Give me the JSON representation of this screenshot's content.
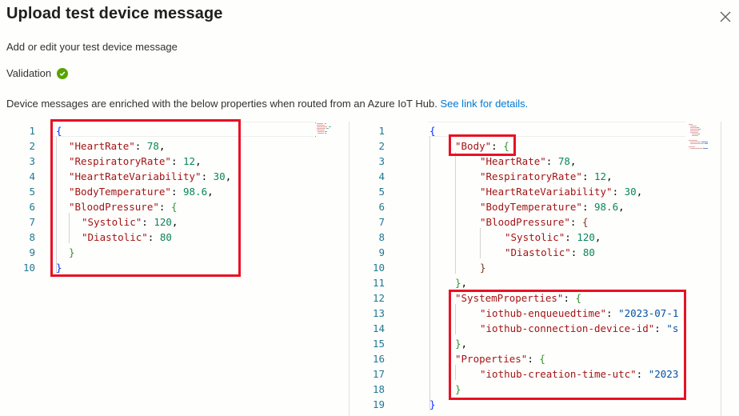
{
  "header": {
    "title": "Upload test device message",
    "close_label": "Close",
    "subtitle": "Add or edit your test device message",
    "validation_label": "Validation",
    "validation_status": "valid",
    "info_text": "Device messages are enriched with the below properties when routed from an Azure IoT Hub. ",
    "info_link": "See link for details."
  },
  "colors": {
    "accent_link": "#0078d4",
    "success": "#57a300",
    "highlight_box": "#e81123",
    "json_key": "#a31515",
    "json_number": "#098658",
    "json_string": "#0451a5",
    "line_number": "#237893"
  },
  "left_editor": {
    "lines": [
      {
        "n": "1"
      },
      {
        "n": "2"
      },
      {
        "n": "3"
      },
      {
        "n": "4"
      },
      {
        "n": "5"
      },
      {
        "n": "6"
      },
      {
        "n": "7"
      },
      {
        "n": "8"
      },
      {
        "n": "9"
      },
      {
        "n": "10"
      }
    ],
    "tokens": {
      "l1_open": "{",
      "l2_key": "\"HeartRate\"",
      "l2_val": "78",
      "l3_key": "\"RespiratoryRate\"",
      "l3_val": "12",
      "l4_key": "\"HeartRateVariability\"",
      "l4_val": "30",
      "l5_key": "\"BodyTemperature\"",
      "l5_val": "98.6",
      "l6_key": "\"BloodPressure\"",
      "l6_open": "{",
      "l7_key": "\"Systolic\"",
      "l7_val": "120",
      "l8_key": "\"Diastolic\"",
      "l8_val": "80",
      "l9_close": "}",
      "l10_close": "}"
    }
  },
  "right_editor": {
    "lines": [
      {
        "n": "1"
      },
      {
        "n": "2"
      },
      {
        "n": "3"
      },
      {
        "n": "4"
      },
      {
        "n": "5"
      },
      {
        "n": "6"
      },
      {
        "n": "7"
      },
      {
        "n": "8"
      },
      {
        "n": "9"
      },
      {
        "n": "10"
      },
      {
        "n": "11"
      },
      {
        "n": "12"
      },
      {
        "n": "13"
      },
      {
        "n": "14"
      },
      {
        "n": "15"
      },
      {
        "n": "16"
      },
      {
        "n": "17"
      },
      {
        "n": "18"
      },
      {
        "n": "19"
      }
    ],
    "tokens": {
      "l1_open": "{",
      "l2_key": "\"Body\"",
      "l2_open": "{",
      "l3_key": "\"HeartRate\"",
      "l3_val": "78",
      "l4_key": "\"RespiratoryRate\"",
      "l4_val": "12",
      "l5_key": "\"HeartRateVariability\"",
      "l5_val": "30",
      "l6_key": "\"BodyTemperature\"",
      "l6_val": "98.6",
      "l7_key": "\"BloodPressure\"",
      "l7_open": "{",
      "l8_key": "\"Systolic\"",
      "l8_val": "120",
      "l9_key": "\"Diastolic\"",
      "l9_val": "80",
      "l10_close": "}",
      "l11_close": "}",
      "l12_key": "\"SystemProperties\"",
      "l12_open": "{",
      "l13_key": "\"iothub-enqueuedtime\"",
      "l13_val": "\"2023-07-1",
      "l14_key": "\"iothub-connection-device-id\"",
      "l14_val": "\"s",
      "l15_close": "}",
      "l16_key": "\"Properties\"",
      "l16_open": "{",
      "l17_key": "\"iothub-creation-time-utc\"",
      "l17_val": "\"2023",
      "l18_close": "}",
      "l19_close": "}"
    }
  }
}
